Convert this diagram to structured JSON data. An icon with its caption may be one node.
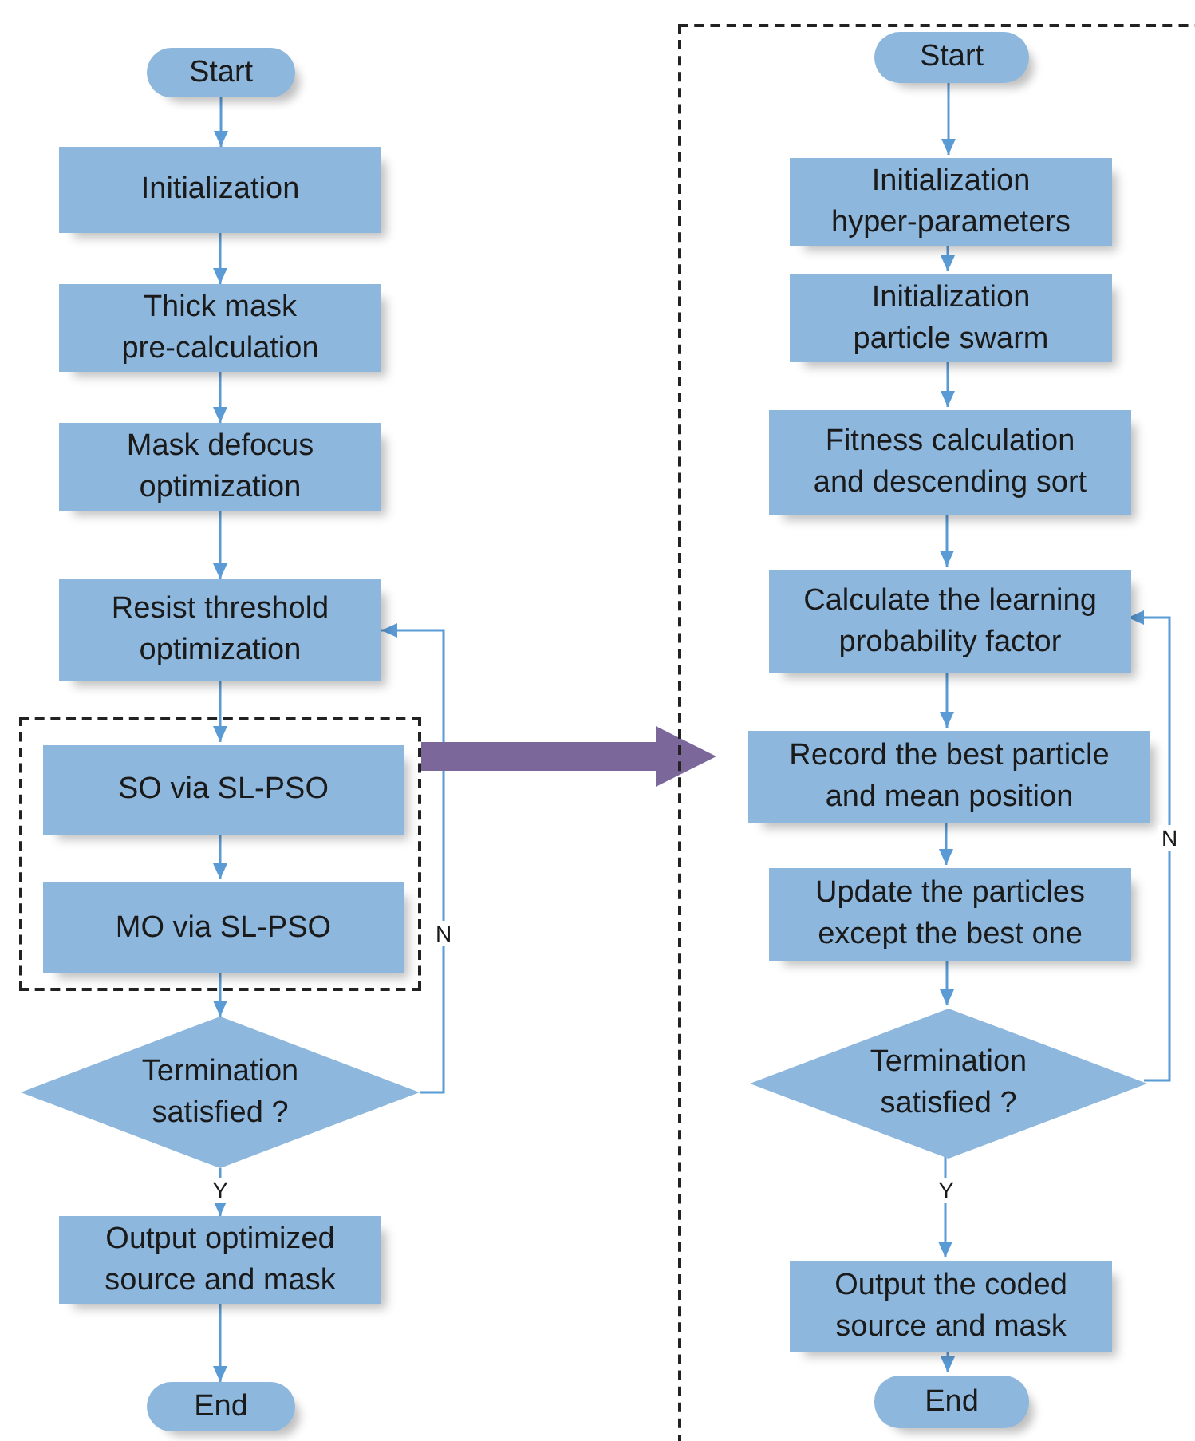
{
  "diagram": {
    "nodes": [
      {
        "text": [
          "Start"
        ]
      },
      {
        "text": [
          "Initialization"
        ]
      },
      {
        "text": [
          "Thick mask pre-calculation"
        ]
      },
      {
        "text": [
          "Mask defocus optimization"
        ]
      },
      {
        "text": [
          "Resist threshold optimization"
        ]
      },
      {
        "text": [],
        "shape": "box"
      },
      {
        "text": [
          "SO via SL-PSO"
        ],
        "in": 5
      },
      {
        "text": [
          "MO via SL-PSO"
        ],
        "in": 5
      },
      {
        "text": [
          "Termination satisfied ?"
        ]
      },
      {
        "text": [
          "Output optimized source and mask"
        ]
      },
      {
        "text": [
          "End"
        ]
      },
      {
        "text": [],
        "shape": "box"
      },
      {
        "text": [
          "Start"
        ],
        "in": 11
      },
      {
        "text": [
          "Initialization hyper-parameters"
        ],
        "in": 11
      },
      {
        "text": [
          "Initialization particle swarm"
        ],
        "in": 11
      },
      {
        "text": [
          "Fitness calculation and descending sort"
        ],
        "in": 11
      },
      {
        "text": [
          "Calculate the learning probability factor"
        ],
        "in": 11
      },
      {
        "text": [
          "Record the best particle and mean position"
        ],
        "in": 11
      },
      {
        "text": [
          "Update the particles except the best one"
        ],
        "in": 11
      },
      {
        "text": [
          "Termination satisfied ?"
        ],
        "in": 11
      },
      {
        "text": [
          "Output the coded source and mask"
        ],
        "in": 11
      },
      {
        "text": [
          "End"
        ],
        "in": 11
      }
    ],
    "edges": [
      {
        "from": 0,
        "to": 1,
        "arrow": "to"
      },
      {
        "from": 1,
        "to": 2,
        "arrow": "to"
      },
      {
        "from": 2,
        "to": 3,
        "arrow": "to"
      },
      {
        "from": 3,
        "to": 4,
        "arrow": "to"
      },
      {
        "from": 4,
        "to": 6,
        "arrow": "to"
      },
      {
        "from": 6,
        "to": 7,
        "arrow": "to"
      },
      {
        "from": 7,
        "to": 8,
        "arrow": "to"
      },
      {
        "from": 8,
        "to": 9,
        "arrow": "to",
        "label": "Y"
      },
      {
        "from": 9,
        "to": 10,
        "arrow": "to"
      },
      {
        "from": 8,
        "to": 4,
        "arrow": "to",
        "label": "N"
      },
      {
        "from": 5,
        "to": 11,
        "arrow": "to",
        "style": "thick",
        "color": "#7b6799"
      },
      {
        "from": 12,
        "to": 13,
        "arrow": "to"
      },
      {
        "from": 13,
        "to": 14,
        "arrow": "to"
      },
      {
        "from": 14,
        "to": 15,
        "arrow": "to"
      },
      {
        "from": 15,
        "to": 16,
        "arrow": "to"
      },
      {
        "from": 16,
        "to": 17,
        "arrow": "to"
      },
      {
        "from": 17,
        "to": 18,
        "arrow": "to"
      },
      {
        "from": 18,
        "to": 19,
        "arrow": "to"
      },
      {
        "from": 19,
        "to": 20,
        "arrow": "to",
        "label": "Y"
      },
      {
        "from": 20,
        "to": 21,
        "arrow": "to"
      },
      {
        "from": 19,
        "to": 16,
        "arrow": "to",
        "label": "N"
      }
    ]
  }
}
